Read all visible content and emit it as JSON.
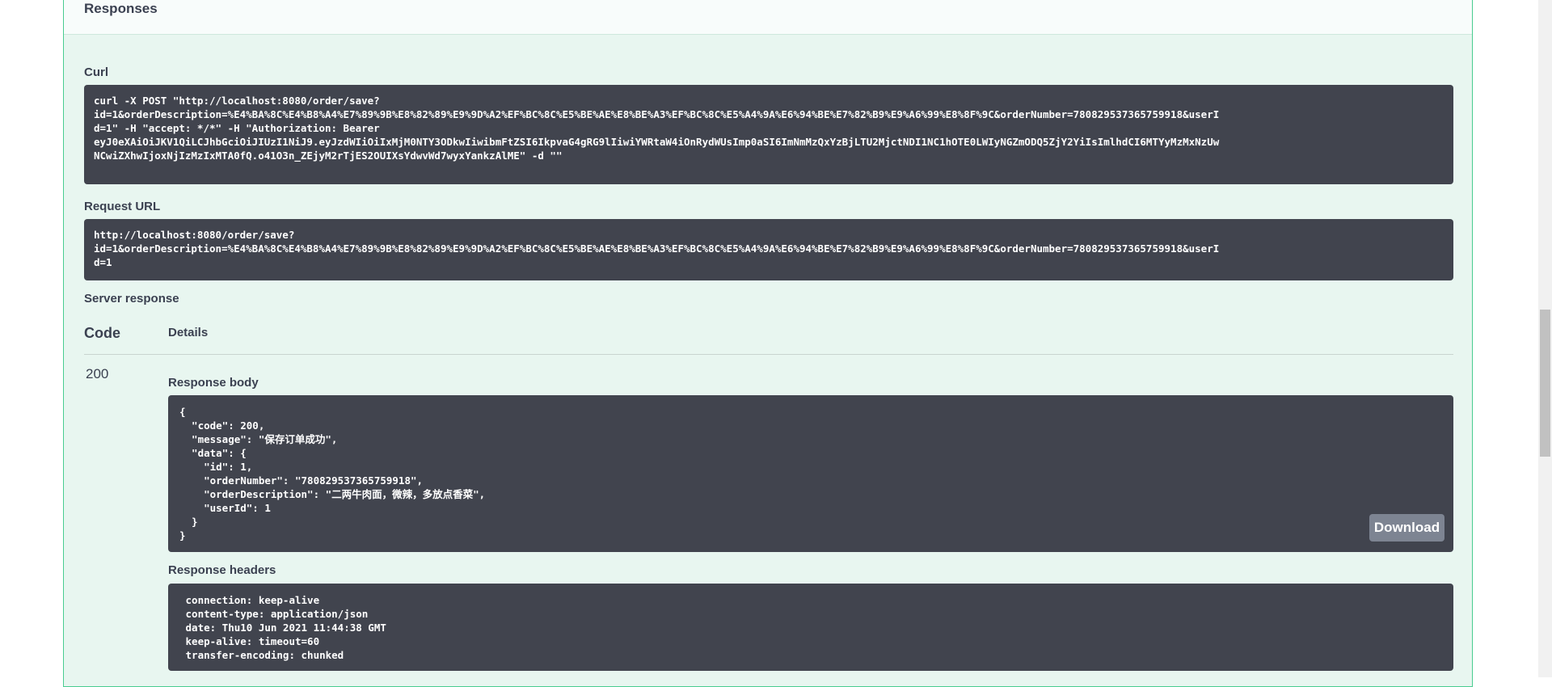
{
  "responses": {
    "title": "Responses",
    "curl_label": "Curl",
    "curl_text": "curl -X POST \"http://localhost:8080/order/save?\nid=1&orderDescription=%E4%BA%8C%E4%B8%A4%E7%89%9B%E8%82%89%E9%9D%A2%EF%BC%8C%E5%BE%AE%E8%BE%A3%EF%BC%8C%E5%A4%9A%E6%94%BE%E7%82%B9%E9%A6%99%E8%8F%9C&orderNumber=780829537365759918&userI\nd=1\" -H \"accept: */*\" -H \"Authorization: Bearer\neyJ0eXAiOiJKV1QiLCJhbGciOiJIUzI1NiJ9.eyJzdWIiOiIxMjM0NTY3ODkwIiwibmFtZSI6IkpvaG4gRG9lIiwiYWRtaW4iOnRydWUsImp0aSI6ImNmMzQxYzBjLTU2MjctNDI1NC1hOTE0LWIyNGZmODQ5ZjY2YiIsImlhdCI6MTYyMzMxNzUw\nNCwiZXhwIjoxNjIzMzIxMTA0fQ.o41O3n_ZEjyM2rTjES2OUIXsYdwvWd7wyxYankzAlME\" -d \"\"",
    "request_url_label": "Request URL",
    "request_url_text": "http://localhost:8080/order/save?\nid=1&orderDescription=%E4%BA%8C%E4%B8%A4%E7%89%9B%E8%82%89%E9%9D%A2%EF%BC%8C%E5%BE%AE%E8%BE%A3%EF%BC%8C%E5%A4%9A%E6%94%BE%E7%82%B9%E9%A6%99%E8%8F%9C&orderNumber=780829537365759918&userI\nd=1",
    "server_response_label": "Server response",
    "code_header": "Code",
    "details_header": "Details",
    "status_code": "200",
    "response_body_label": "Response body",
    "response_body_text": "{\n  \"code\": 200,\n  \"message\": \"保存订单成功\",\n  \"data\": {\n    \"id\": 1,\n    \"orderNumber\": \"780829537365759918\",\n    \"orderDescription\": \"二两牛肉面，微辣，多放点香菜\",\n    \"userId\": 1\n  }\n}",
    "download_label": "Download",
    "response_headers_label": "Response headers",
    "response_headers_text": " connection: keep-alive \n content-type: application/json \n date: Thu10 Jun 2021 11:44:38 GMT \n keep-alive: timeout=60 \n transfer-encoding: chunked "
  }
}
